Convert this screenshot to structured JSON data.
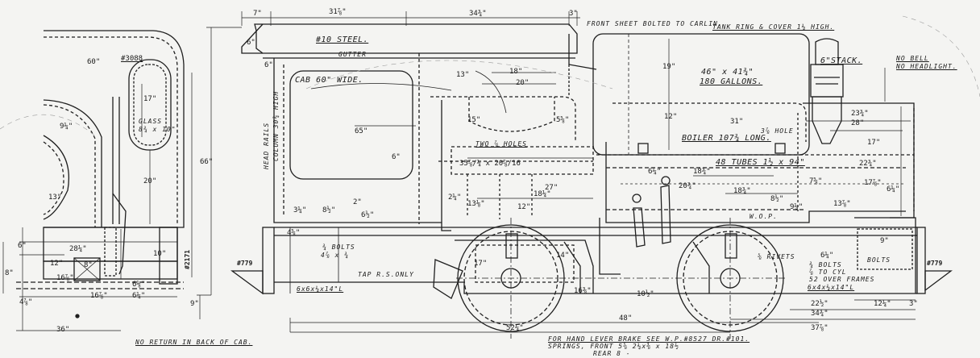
{
  "notes": {
    "front_sheet": "FRONT SHEET BOLTED TO CARLIN.",
    "tank_ring": "TANK RING & COVER 1¼ HIGH.",
    "no_bell": "NO BELL",
    "no_headlight": "NO HEADLIGHT.",
    "steel": "#10 STEEL.",
    "gutter": "GUTTER",
    "cab_wide": "CAB 60\" WIDE.",
    "column": "COLUMN 30¾ HIGH",
    "head_rails": "HEAD RAILS",
    "tank_size": "46\" x 41¾\"",
    "tank_gallons": "180 GALLONS.",
    "stack": "6\"STACK.",
    "boiler": "BOILER 107¾ LONG.",
    "hole": "3⅞ HOLE",
    "tubes": "48 TUBES 1½ x 94\"",
    "glass": "GLASS",
    "glass_size": "8¾ x 10\"",
    "part_3088": "#3088",
    "part_2171": "#2171",
    "part_779_left": "#779",
    "part_779_right": "#779",
    "tap_rs": "TAP R.S.ONLY",
    "bolts_left": "¾ BOLTS",
    "bolts_size": "4⅞ x ¾",
    "angle": "6x6x¼x14\"L",
    "rivets": "⅝ RIVETS",
    "bolts_right": "¾ BOLTS",
    "bolts_cyl": "⅞ TO CYL",
    "over_frames": "52 OVER FRAMES",
    "angle_right": "6x4x¼x14\"L",
    "bolts3": "BOLTS",
    "wop": "W.O.P.",
    "no_return": "NO RETURN IN BACK OF CAB.",
    "hand_lever": "FOR HAND LEVER BRAKE SEE W.P.#8527 DR.#101.",
    "springs": "SPRINGS, FRONT 5⅝ 2¼x⅜ x 18½",
    "rear": "REAR 8 -",
    "two_bolts": "TWO ⅞ HOLES"
  },
  "dimensions": {
    "top": [
      "7\"",
      "31⅞\"",
      "34¾\"",
      "3\""
    ],
    "left_view": [
      "60\"",
      "17\"",
      "20\"",
      "9¼\"",
      "13\"",
      "10\"",
      "28¼\"",
      "8\"",
      "12\"",
      "16⅞\"",
      "6¼\"",
      "36\"",
      "6\"",
      "8\"",
      "4⅞\"",
      "16⅞\"",
      "6⅛\""
    ],
    "side": [
      "66\"",
      "6\"",
      "6\"",
      "9\"",
      "65\"",
      "6\"",
      "13\"",
      "18\"",
      "20\"",
      "15\"",
      "5⅝\"",
      "2\"",
      "19\"",
      "28\"",
      "17\"",
      "23¾\"",
      "31\"",
      "12\"",
      "22¾\"",
      "6¼\"",
      "18¾\"",
      "20¾\"",
      "18¾\"",
      "8½\"",
      "7⅝\"",
      "17⅞\"",
      "6¼\"",
      "13⅞\"",
      "9¼\"",
      "35⅞/¼ x 20⅞/16",
      "18¼\"",
      "27\"",
      "12\"",
      "13⅛\"",
      "2¼\"",
      "17\"",
      "14\"",
      "16⅜\"",
      "10½\"",
      "22½\"",
      "12¼\"",
      "3\"",
      "34¾\"",
      "37⅞\"",
      "48\"",
      "52¼\"",
      "8½\"",
      "4⅝\"",
      "3¼\"",
      "6½\"",
      "9\"",
      "6¼\""
    ]
  }
}
